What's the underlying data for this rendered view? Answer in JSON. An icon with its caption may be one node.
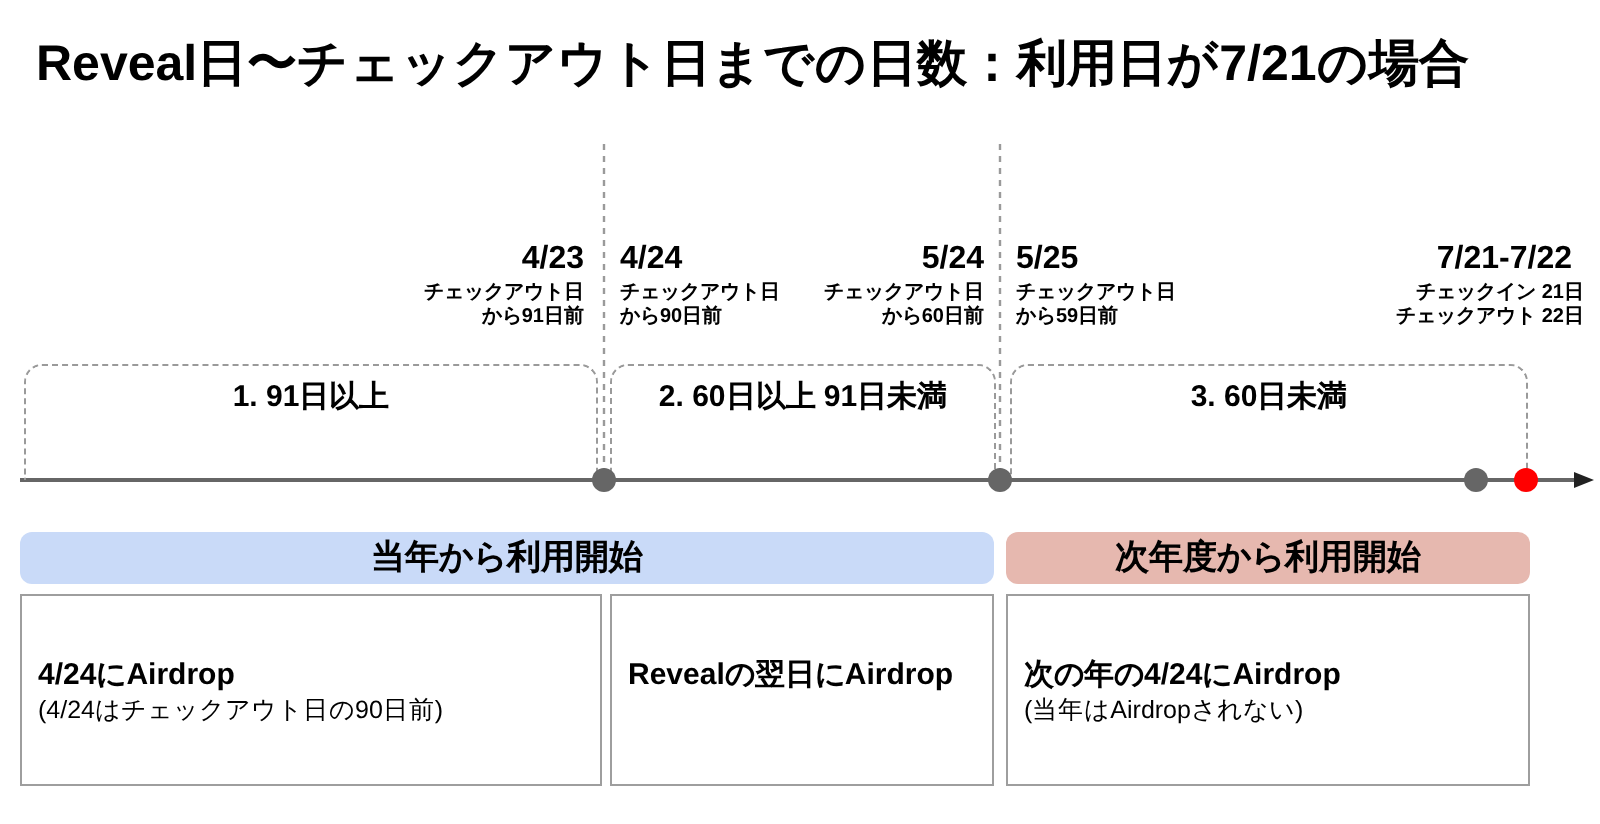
{
  "diagram": {
    "title": "Reveal日〜チェックアウト日までの日数：利用日が7/21の場合",
    "nodes": [
      {
        "text": [
          "1. 91日以上"
        ]
      },
      {
        "text": [
          "2. 60日以上 91日未満"
        ]
      },
      {
        "text": [
          "3. 60日未満"
        ]
      },
      {
        "text": [
          "当年から利用開始"
        ]
      },
      {
        "text": [
          "次年度から利用開始"
        ]
      },
      {
        "text": [
          "4/24にAirdrop",
          "(4/24はチェックアウト日の90日前)"
        ]
      },
      {
        "text": [
          "Revealの翌日にAirdrop"
        ]
      },
      {
        "text": [
          "次の年の4/24にAirdrop",
          "(当年はAirdropされない)"
        ]
      }
    ],
    "labels": [
      "4/23",
      "チェックアウト日から91日前",
      "4/24",
      "チェックアウト日から90日前",
      "5/24",
      "チェックアウト日から60日前",
      "5/25",
      "チェックアウト日から59日前",
      "7/21-7/22",
      "チェックイン 21日",
      "チェックアウト 22日"
    ]
  }
}
